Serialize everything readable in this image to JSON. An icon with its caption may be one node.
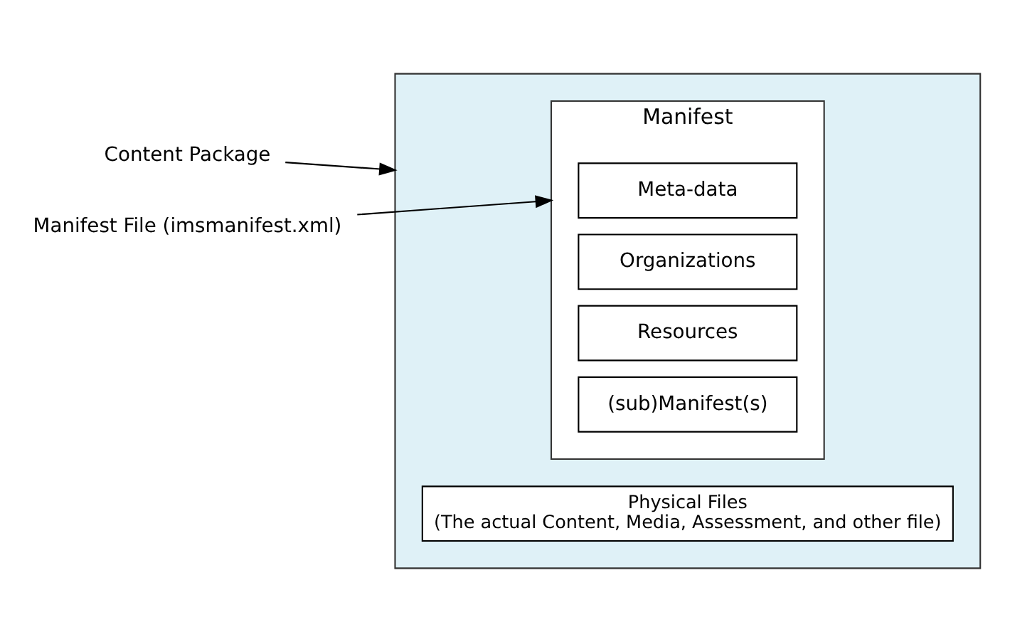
{
  "diagram": {
    "nodes": [
      {
        "text": [],
        "shape": "box"
      },
      {
        "text": [
          "Manifest"
        ],
        "in": 0
      },
      {
        "text": [
          "Meta-data"
        ],
        "in": 1
      },
      {
        "text": [
          "Organizations"
        ],
        "in": 1
      },
      {
        "text": [
          "Resources"
        ],
        "in": 1
      },
      {
        "text": [
          "(sub)Manifest(s)"
        ],
        "in": 1
      },
      {
        "text": [
          "Physical Files",
          "(The actual Content, Media, Assessment, and other file)"
        ],
        "in": 0
      },
      {
        "text": [
          "Content Package"
        ]
      },
      {
        "text": [
          "Manifest File (imsmanifest.xml)"
        ]
      }
    ],
    "edges": [
      {
        "from": 7,
        "to": 0,
        "arrow": "to"
      },
      {
        "from": 8,
        "to": 1,
        "arrow": "to"
      }
    ]
  }
}
